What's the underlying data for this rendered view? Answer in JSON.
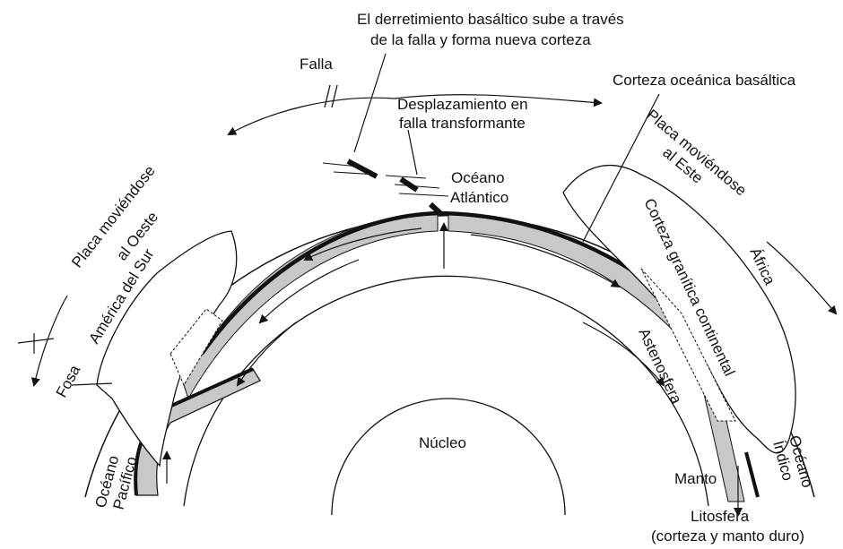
{
  "labels": {
    "melt_line1": "El derretimiento basáltico sube a través",
    "melt_line2": "de la falla y forma nueva corteza",
    "fault": "Falla",
    "transform_line1": "Desplazamiento en",
    "transform_line2": "falla transformante",
    "oceanic_crust": "Corteza oceánica basáltica",
    "atlantic_line1": "Océano",
    "atlantic_line2": "Atlántico",
    "west_plate_line1": "Placa moviéndose",
    "west_plate_line2": "al Oeste",
    "east_plate_line1": "Placa moviéndose",
    "east_plate_line2": "al Este",
    "south_america": "América del Sur",
    "granitic_crust": "Corteza granítica continental",
    "africa": "África",
    "trench": "Fosa",
    "asthenosphere": "Astenosfera",
    "core": "Núcleo",
    "pacific_line1": "Océano",
    "pacific_line2": "Pacífico",
    "indian_line1": "Océano",
    "indian_line2": "Índico",
    "mantle": "Manto",
    "lithosphere_line1": "Litosfera",
    "lithosphere_line2": "(corteza y manto duro)"
  },
  "colors": {
    "ink": "#111111",
    "plate_fill": "#c8c8c8",
    "background": "#ffffff"
  }
}
